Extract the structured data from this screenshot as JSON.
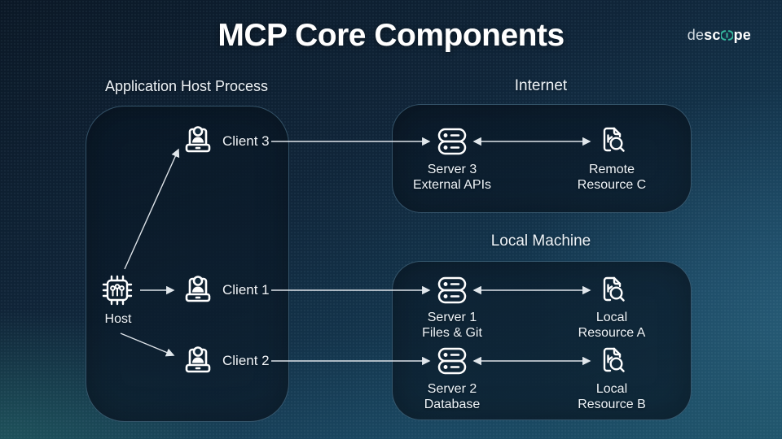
{
  "title": "MCP Core Components",
  "logo": {
    "part_light": "de",
    "part_bold_a": "sc",
    "part_bold_b": "pe"
  },
  "groups": {
    "host_process": {
      "label": "Application Host Process"
    },
    "internet": {
      "label": "Internet"
    },
    "local_machine": {
      "label": "Local Machine"
    }
  },
  "nodes": {
    "host": {
      "label": "Host"
    },
    "client3": {
      "label": "Client 3"
    },
    "client1": {
      "label": "Client 1"
    },
    "client2": {
      "label": "Client 2"
    },
    "server3": {
      "line1": "Server 3",
      "line2": "External APIs"
    },
    "resource_c": {
      "line1": "Remote",
      "line2": "Resource C"
    },
    "server1": {
      "line1": "Server 1",
      "line2": "Files & Git"
    },
    "resource_a": {
      "line1": "Local",
      "line2": "Resource A"
    },
    "server2": {
      "line1": "Server 2",
      "line2": "Database"
    },
    "resource_b": {
      "line1": "Local",
      "line2": "Resource B"
    }
  },
  "colors": {
    "accent_teal": "#35b89e",
    "line": "#e9eef3",
    "text": "#f0f4f8",
    "box_border": "#5f8ba6"
  }
}
